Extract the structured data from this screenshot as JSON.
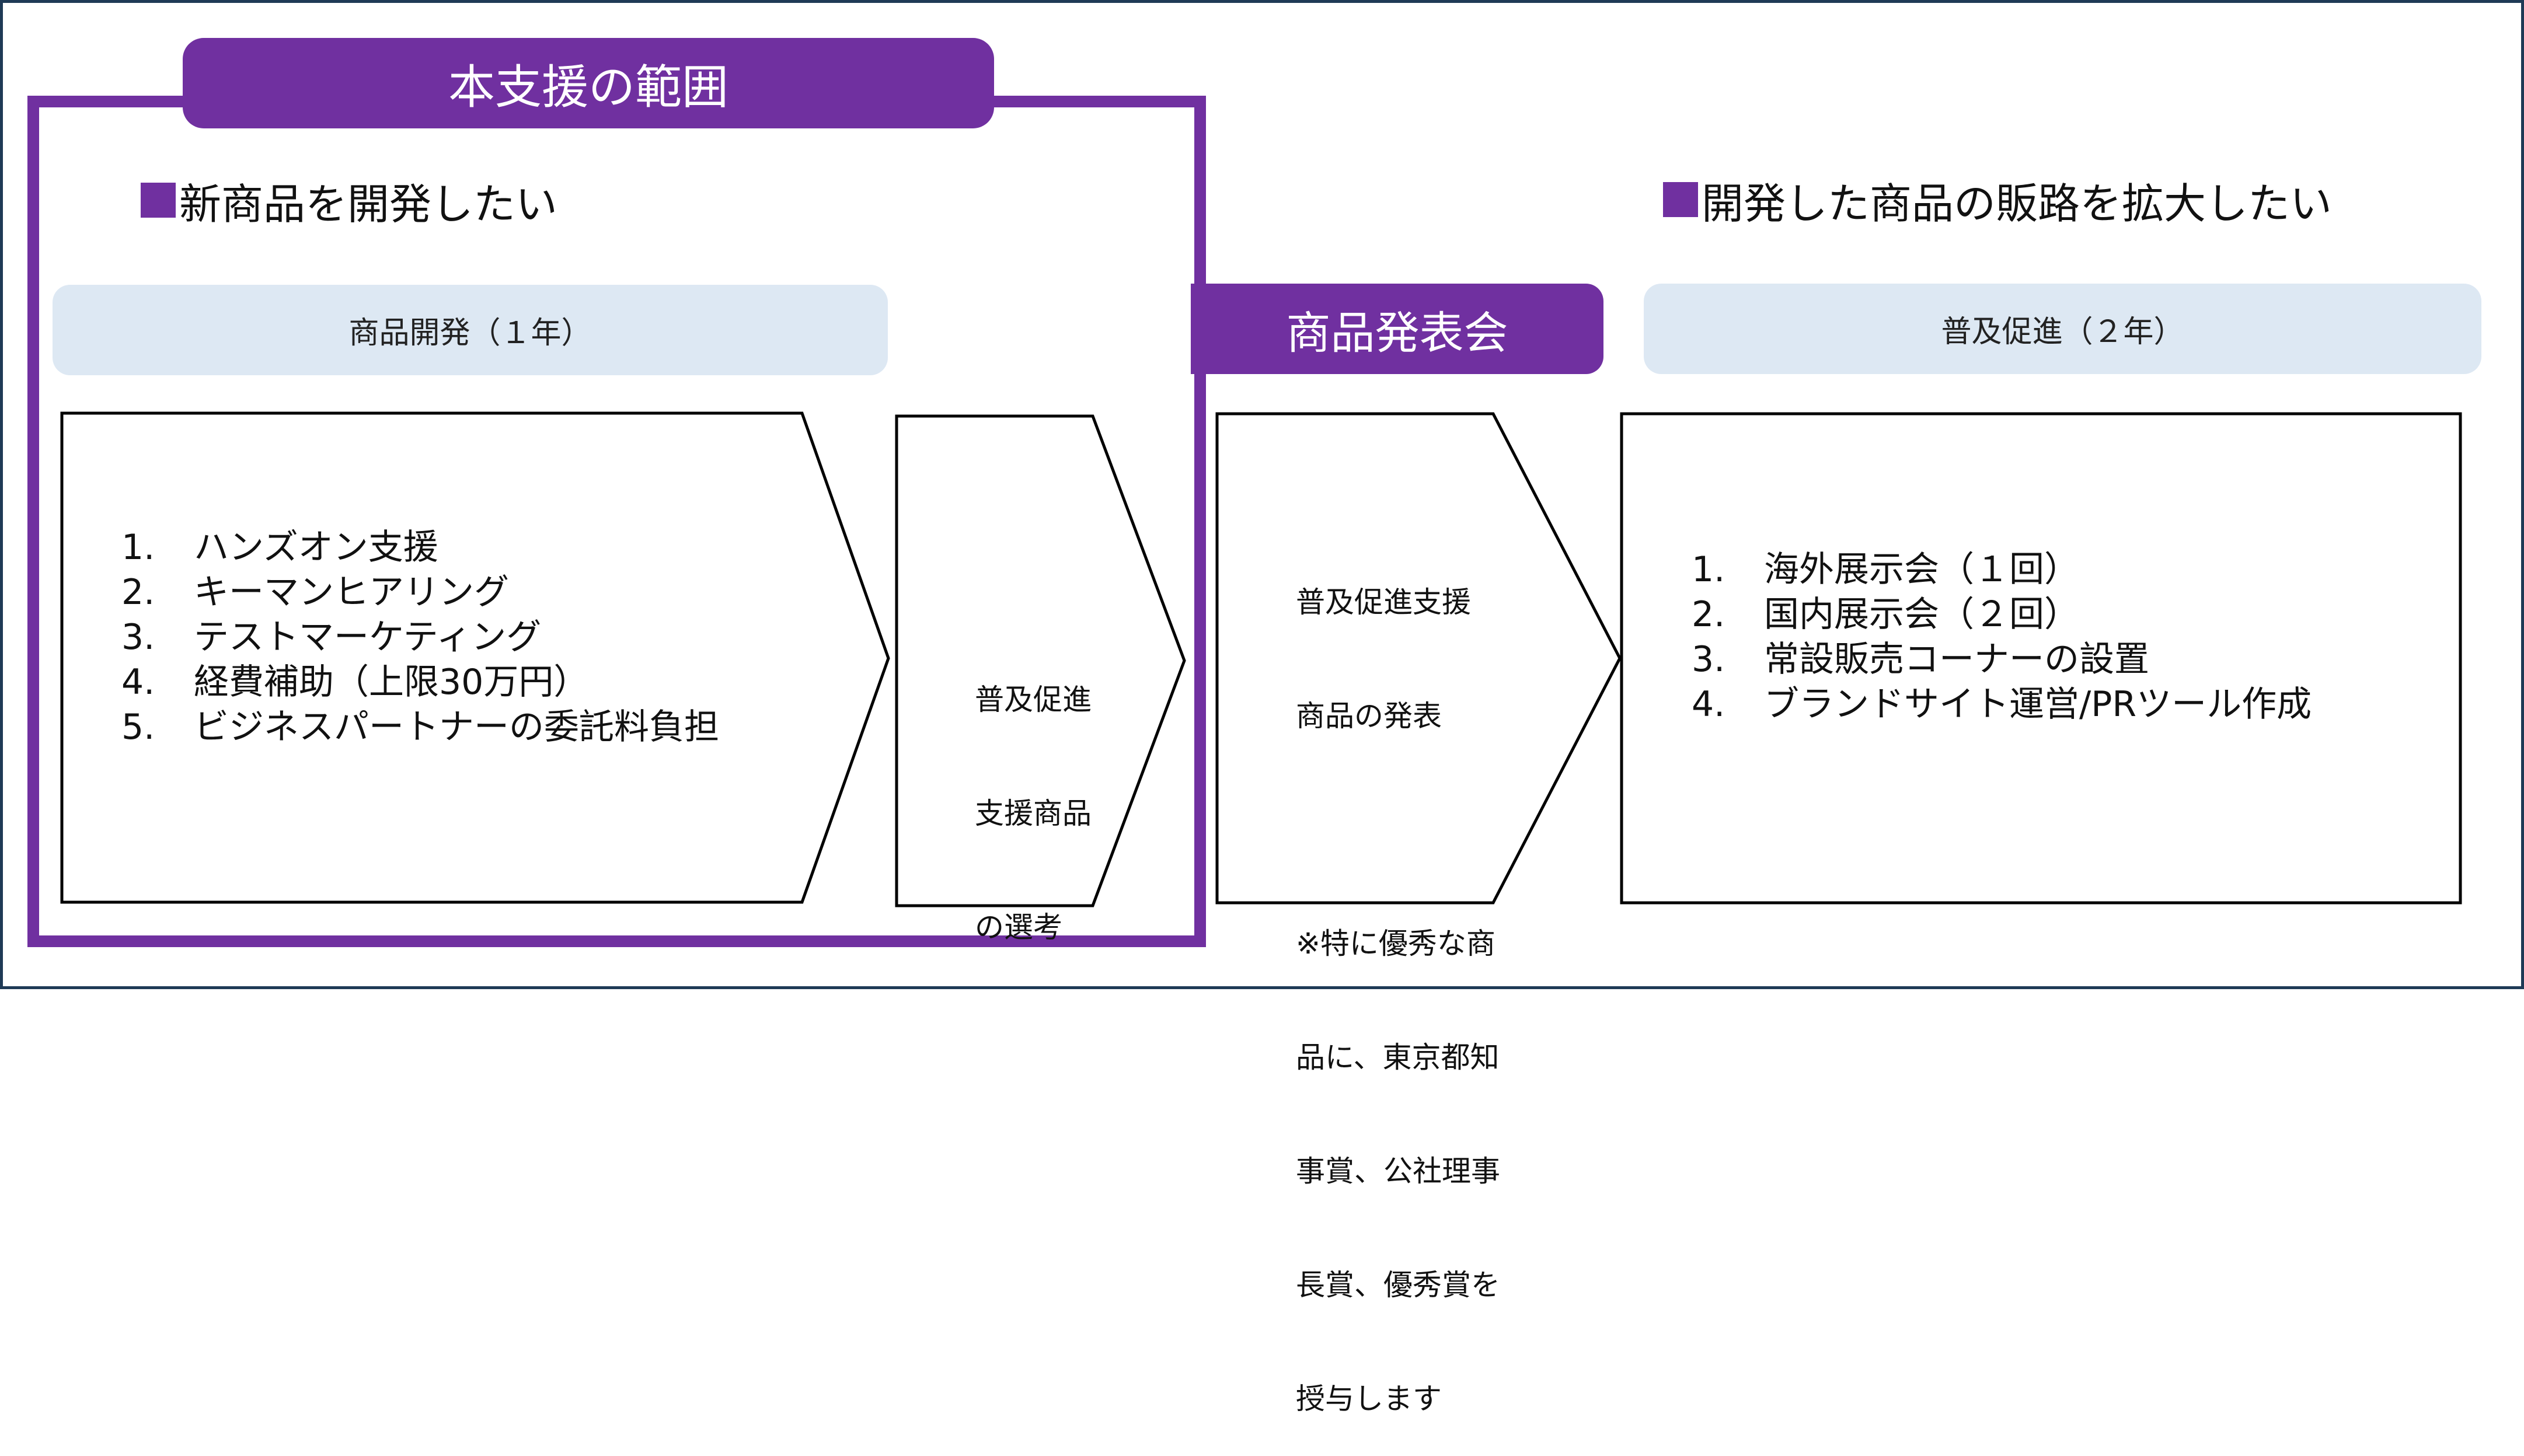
{
  "scope_tab": "本支援の範囲",
  "left_heading": "新商品を開発したい",
  "right_heading": "開発した商品の販路を拡大したい",
  "phase1": {
    "label": "商品開発（１年）",
    "items": [
      {
        "num": "1.",
        "text": "ハンズオン支援"
      },
      {
        "num": "2.",
        "text": "キーマンヒアリング"
      },
      {
        "num": "3.",
        "text": "テストマーケティング"
      },
      {
        "num": "4.",
        "text": "経費補助（上限30万円）"
      },
      {
        "num": "5.",
        "text": "ビジネスパートナーの委託料負担"
      }
    ]
  },
  "selection": {
    "lines": [
      "普及促進",
      "支援商品",
      "の選考"
    ]
  },
  "announcement": {
    "tab": "商品発表会",
    "lines": [
      "普及促進支援",
      "商品の発表",
      "",
      "※特に優秀な商",
      "品に、東京都知",
      "事賞、公社理事",
      "長賞、優秀賞を",
      "授与します"
    ]
  },
  "phase2": {
    "label": "普及促進（２年）",
    "items": [
      {
        "num": "1.",
        "text": "海外展示会（１回）"
      },
      {
        "num": "2.",
        "text": "国内展示会（２回）"
      },
      {
        "num": "3.",
        "text": "常設販売コーナーの設置"
      },
      {
        "num": "4.",
        "text": "ブランドサイト運営/PRツール作成"
      }
    ]
  },
  "colors": {
    "accent": "#7030a0",
    "phase_bar": "#dde8f3",
    "frame": "#1f3a56"
  }
}
